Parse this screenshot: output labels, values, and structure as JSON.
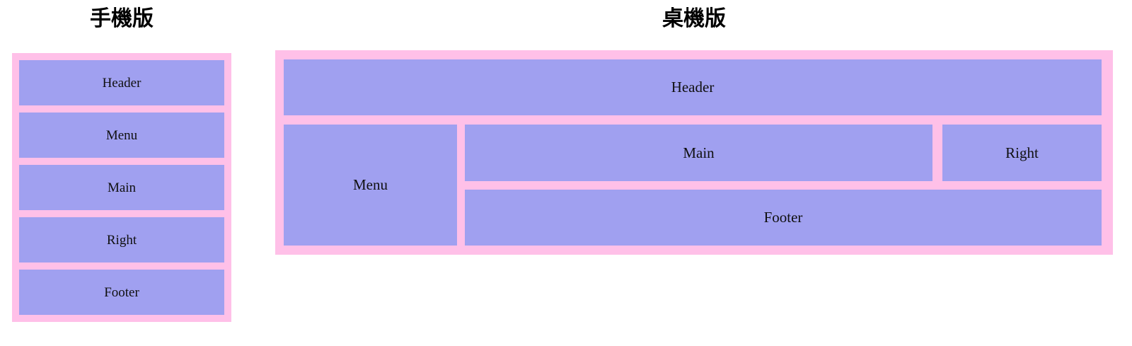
{
  "palette": {
    "block_fill": "#a0a0f0",
    "container_fill": "#ffc0e8",
    "page_background": "#ffffff",
    "label_color": "#101010",
    "title_color": "#000000"
  },
  "mobile": {
    "title": "手機版",
    "blocks": [
      {
        "label": "Header"
      },
      {
        "label": "Menu"
      },
      {
        "label": "Main"
      },
      {
        "label": "Right"
      },
      {
        "label": "Footer"
      }
    ]
  },
  "desktop": {
    "title": "桌機版",
    "blocks": [
      {
        "label": "Header"
      },
      {
        "label": "Menu"
      },
      {
        "label": "Main"
      },
      {
        "label": "Right"
      },
      {
        "label": "Footer"
      }
    ]
  }
}
